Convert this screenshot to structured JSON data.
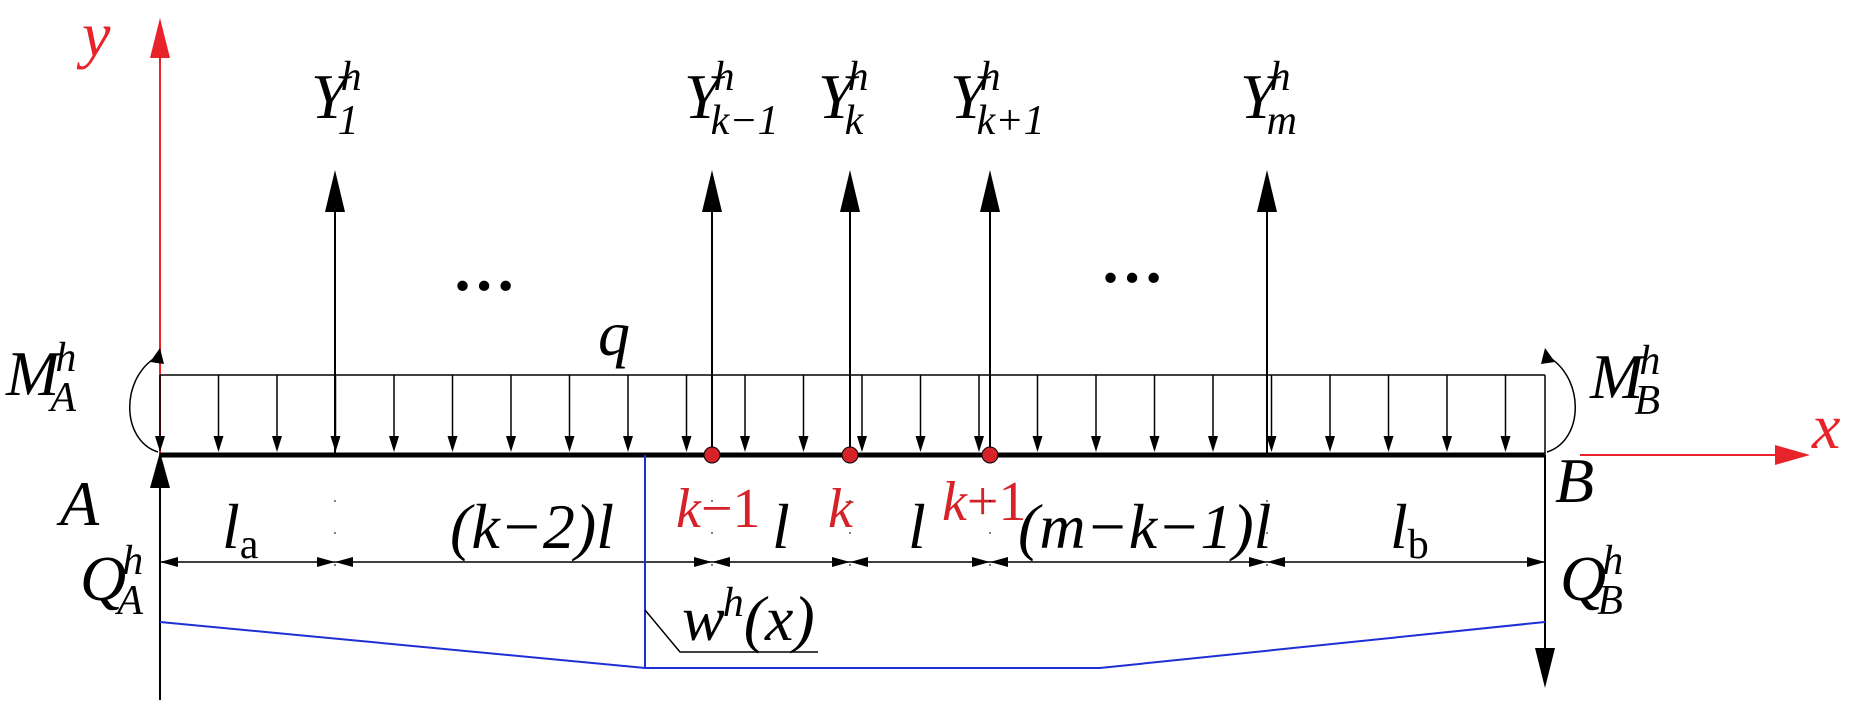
{
  "axes": {
    "x_label": "x",
    "y_label": "y",
    "color": "#e8232a"
  },
  "beam": {
    "end_a": "A",
    "end_b": "B",
    "load_label": "q",
    "deflection": {
      "w": "w",
      "sup": "h",
      "arg": "(x)",
      "color": "#1f2fd6"
    }
  },
  "forces": [
    {
      "name": "Y",
      "sub": "1",
      "sup": "h"
    },
    {
      "name": "Y",
      "sub": "k−1",
      "sup": "h"
    },
    {
      "name": "Y",
      "sub": "k",
      "sup": "h"
    },
    {
      "name": "Y",
      "sub": "k+1",
      "sup": "h"
    },
    {
      "name": "Y",
      "sub": "m",
      "sup": "h"
    }
  ],
  "ellipsis": [
    "…",
    "…"
  ],
  "moments": {
    "left": {
      "name": "M",
      "sub": "A",
      "sup": "h"
    },
    "right": {
      "name": "M",
      "sub": "B",
      "sup": "h"
    }
  },
  "shears": {
    "left": {
      "name": "Q",
      "sub": "A",
      "sup": "h"
    },
    "right": {
      "name": "Q",
      "sub": "B",
      "sup": "h"
    }
  },
  "nodes": [
    {
      "pre": "k",
      "op": "−",
      "num": "1",
      "color": "#d6232a"
    },
    {
      "pre": "k",
      "op": "",
      "num": "",
      "color": "#d6232a"
    },
    {
      "pre": "k",
      "op": "+",
      "num": "1",
      "color": "#d6232a"
    }
  ],
  "dimensions": [
    {
      "main": "l",
      "sub": "a"
    },
    {
      "main": "(k−2)l",
      "sub": ""
    },
    {
      "main": "l",
      "sub": ""
    },
    {
      "main": "l",
      "sub": ""
    },
    {
      "main": "(m−k−1)l",
      "sub": ""
    },
    {
      "main": "l",
      "sub": "b"
    }
  ]
}
